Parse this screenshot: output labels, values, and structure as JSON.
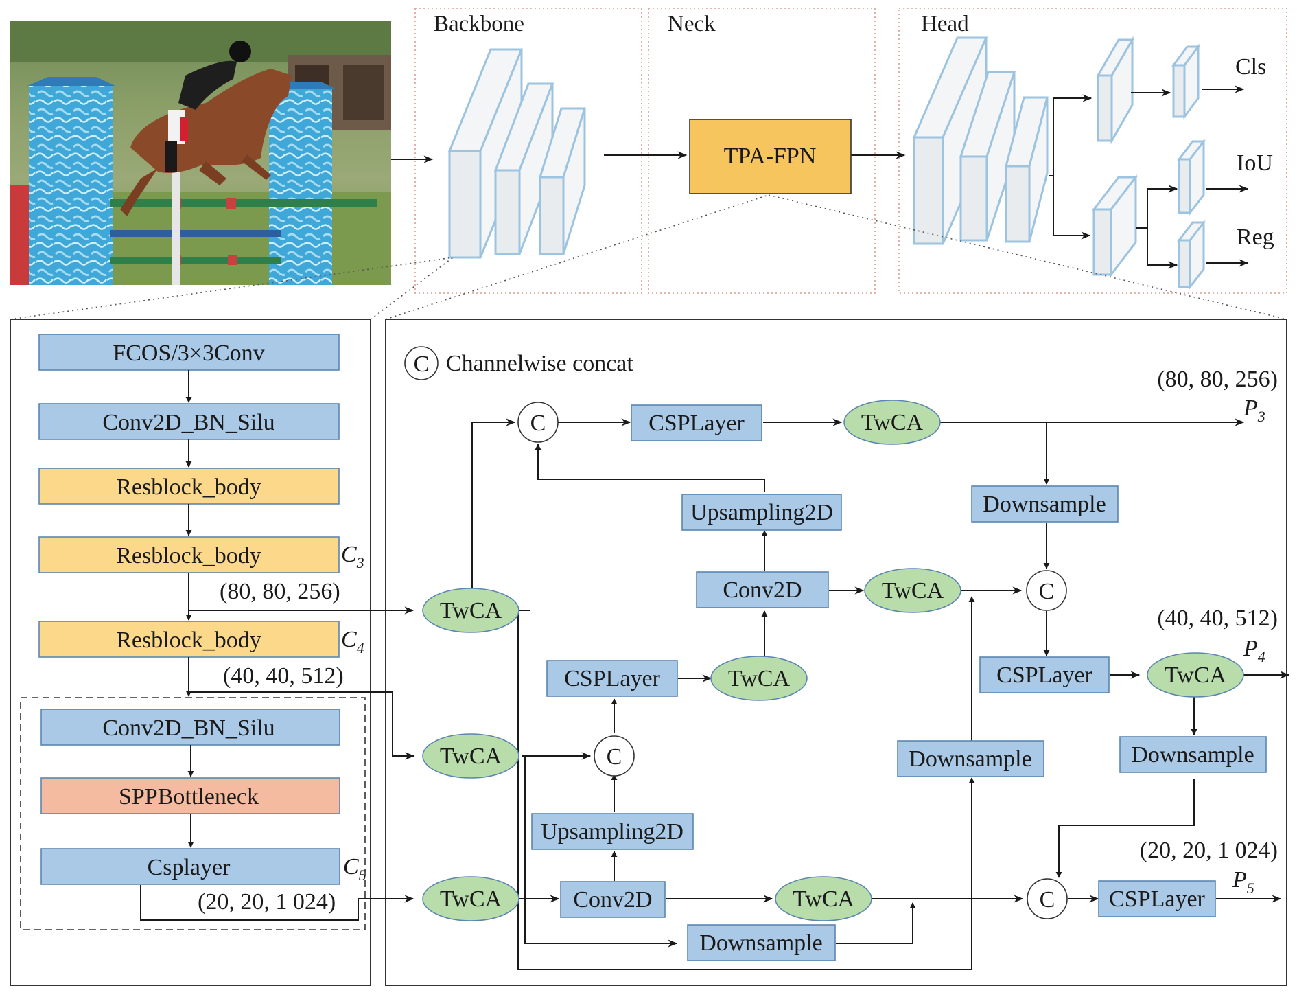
{
  "sections": {
    "backbone": "Backbone",
    "neck": "Neck",
    "head": "Head"
  },
  "neck_block": "TPA-FPN",
  "outputs": {
    "cls": "Cls",
    "iou": "IoU",
    "reg": "Reg"
  },
  "backbone_detail": {
    "blocks": [
      "FCOS/3×3Conv",
      "Conv2D_BN_Silu",
      "Resblock_body",
      "Resblock_body",
      "Resblock_body"
    ],
    "spp_blocks": [
      "Conv2D_BN_Silu",
      "SPPBottleneck",
      "Csplayer"
    ],
    "c_labels": [
      "C",
      "C",
      "C"
    ],
    "c_subs": [
      "3",
      "4",
      "5"
    ],
    "shapes": [
      "(80, 80, 256)",
      "(40, 40, 512)",
      "(20, 20, 1 024)"
    ]
  },
  "fpn": {
    "legend_symbol": "C",
    "legend_text": "Channelwise concat",
    "concat": "C",
    "twca": "TwCA",
    "csplayer": "CSPLayer",
    "upsampling": "Upsampling2D",
    "conv2d": "Conv2D",
    "downsample": "Downsample",
    "output_shapes": [
      "(80, 80, 256)",
      "(40, 40, 512)",
      "(20, 20, 1 024)"
    ],
    "p_labels": [
      "P",
      "P",
      "P"
    ],
    "p_subs": [
      "3",
      "4",
      "5"
    ]
  },
  "colors": {
    "blue": "#a9c9e6",
    "yellow": "#fbd88a",
    "salmon": "#f5bba0",
    "green": "#b9dcab",
    "tpa": "#f6c55e"
  }
}
